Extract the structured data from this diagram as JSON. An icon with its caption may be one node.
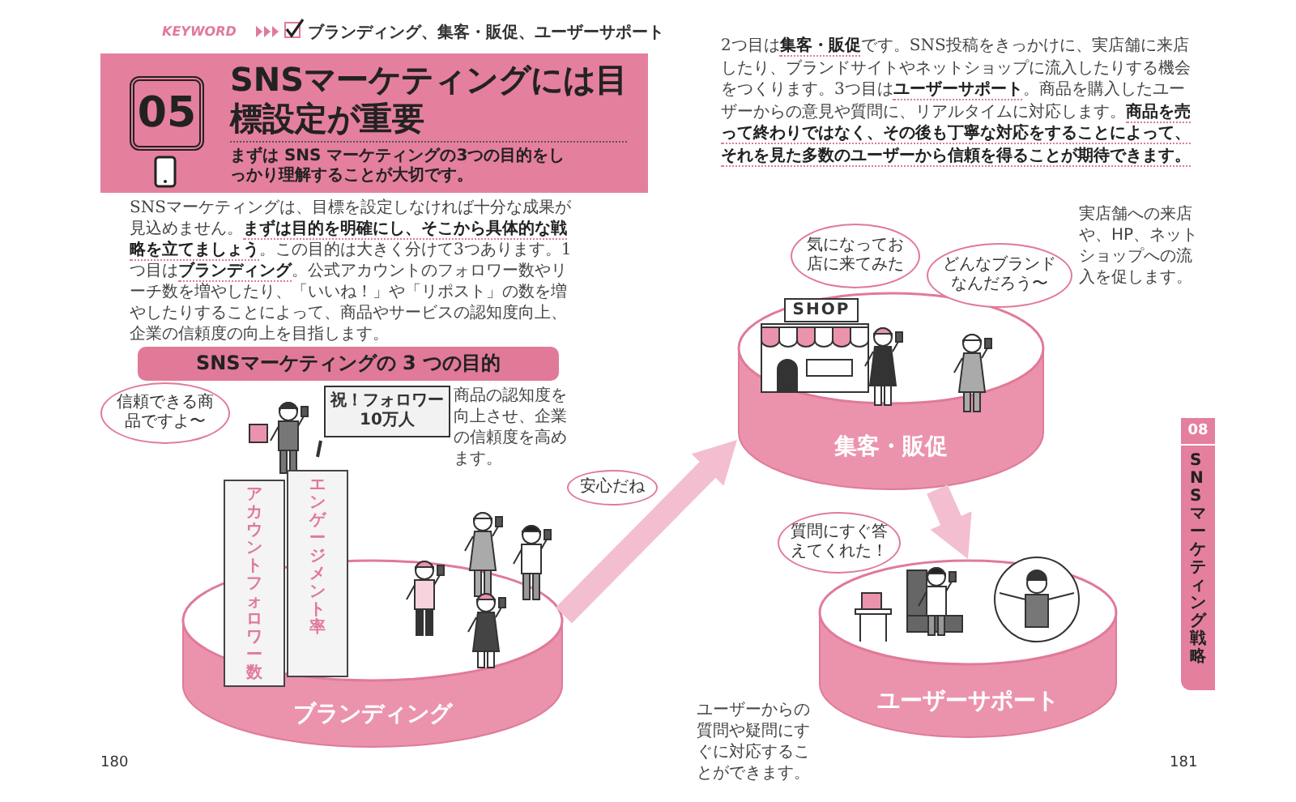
{
  "diagram": {
    "nodes": [
      {
        "text": [
          "SNSマーケティングには目標設定が重要",
          "まずは SNS マーケティングの3つの目的をしっかり理解することが大切です。"
        ]
      },
      {
        "text": [
          "05"
        ],
        "in": 0
      },
      {
        "text": [
          "SNSマーケティングの 3 つの目的"
        ]
      },
      {
        "text": [
          "ブランディング"
        ]
      },
      {
        "text": [
          "集客・販促"
        ]
      },
      {
        "text": [
          "ユーザーサポート"
        ]
      },
      {
        "text": [
          "信頼できる商品ですよ〜"
        ]
      },
      {
        "text": [
          "祝！フォロワー10万人"
        ]
      },
      {
        "text": [
          "アカウントフォロワー数"
        ]
      },
      {
        "text": [
          "エンゲージメント率"
        ]
      },
      {
        "text": [
          "安心だね"
        ]
      },
      {
        "text": [
          "気になってお店に来てみた"
        ]
      },
      {
        "text": [
          "どんなブランドなんだろう〜"
        ]
      },
      {
        "text": [
          "SHOP"
        ]
      },
      {
        "text": [
          "質問にすぐ答えてくれた！"
        ]
      },
      {
        "text": [
          "08",
          "SNSマーケティング戦略"
        ]
      }
    ],
    "edges": [
      {
        "from": 3,
        "to": 4,
        "arrow": "to"
      },
      {
        "from": 4,
        "to": 5,
        "arrow": "to"
      }
    ],
    "labels": [
      "KEYWORD",
      "ブランディング、集客・販促、ユーザーサポート",
      "SNSマーケティングは、目標を設定しなければ十分な成果が見込めません。**まずは目的を明確にし、そこから具体的な戦略を立てましょう**。この目的は大きく分けて3つあります。1つ目は**ブランディング**。公式アカウントのフォロワー数やリーチ数を増やしたり、「いいね！」や「リポスト」の数を増やしたりすることによって、商品やサービスの認知度向上、企業の信頼度の向上を目指します。",
      "商品の認知度を向上させ、企業の信頼度を高めます。",
      "180",
      "2つ目は**集客・販促**です。SNS投稿をきっかけに、実店舗に来店したり、ブランドサイトやネットショップに流入したりする機会をつくります。3つ目は**ユーザーサポート**。商品を購入したユーザーからの意見や質問に、リアルタイムに対応します。**商品を売って終わりではなく、その後も丁寧な対応をすることによって、それを見た多数のユーザーから信頼を得ることが期待できます。**",
      "実店舗への来店や、HP、ネットショップへの流入を促します。",
      "ユーザーからの質問や疑問にすぐに対応することができます。",
      "181"
    ]
  }
}
